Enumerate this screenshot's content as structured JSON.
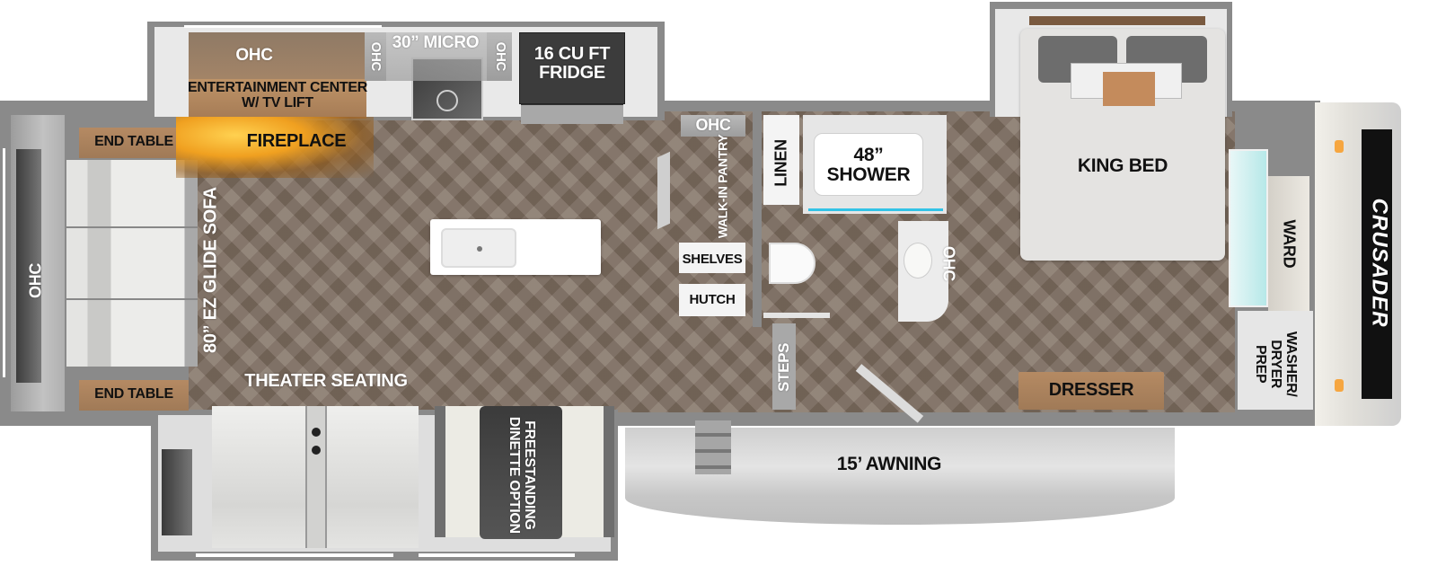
{
  "floorplan": {
    "brand": "CRUSADER",
    "colors": {
      "floor": "#7d6d5f",
      "wall": "#8a8a8a",
      "wood": "#a7805b",
      "fireplace_glow": "#f0a020",
      "shower_accent": "#33c3e6",
      "marker_light": "#f6a640"
    },
    "kitchen": {
      "ohc_main": "OHC",
      "entertainment_center": "ENTERTAINMENT CENTER W/ TV LIFT",
      "ohc_left_of_micro": "OHC",
      "microwave": "30” MICRO",
      "ohc_right_of_micro": "OHC",
      "fridge": "16 CU FT FRIDGE",
      "fireplace": "FIREPLACE"
    },
    "living": {
      "end_table_top": "END TABLE",
      "end_table_bottom": "END TABLE",
      "sofa": "80” EZ GLIDE SOFA",
      "rear_ohc": "OHC",
      "theater_seating": "THEATER SEATING",
      "dinette": "FREESTANDING DINETTE OPTION"
    },
    "midsection": {
      "ohc": "OHC",
      "pantry": "WALK-IN PANTRY",
      "shelves": "SHELVES",
      "hutch": "HUTCH",
      "linen": "LINEN",
      "shower": "48” SHOWER",
      "bath_ohc": "OHC",
      "steps": "STEPS"
    },
    "bedroom": {
      "bed": "KING BED",
      "wardrobe": "WARD",
      "washer_dryer": "WASHER/ DRYER PREP",
      "dresser": "DRESSER"
    },
    "exterior": {
      "awning": "15’ AWNING"
    }
  }
}
